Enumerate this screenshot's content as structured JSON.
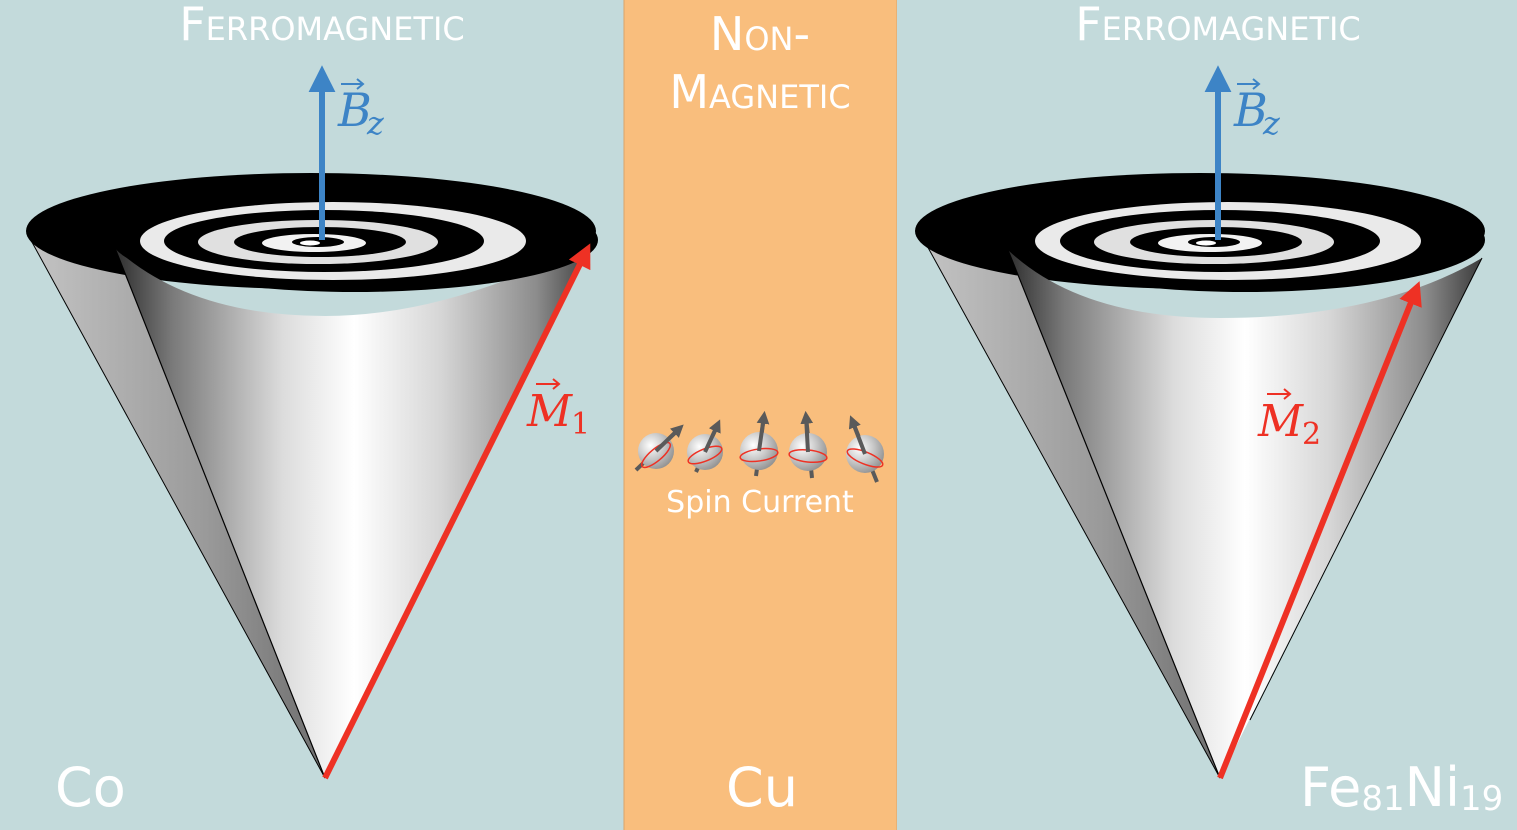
{
  "panels": {
    "left": {
      "heading": "Ferromagnetic",
      "field_label": "B",
      "field_subscript": "z",
      "magnetization_label": "M",
      "magnetization_subscript": "1",
      "material": "Co"
    },
    "middle": {
      "heading_line1": "Non-",
      "heading_line2": "Magnetic",
      "spin_label": "Spin Current",
      "material": "Cu"
    },
    "right": {
      "heading": "Ferromagnetic",
      "field_label": "B",
      "field_subscript": "z",
      "magnetization_label": "M",
      "magnetization_subscript": "2",
      "material_main": "Fe",
      "material_sub1": "81",
      "material_main2": "Ni",
      "material_sub2": "19"
    }
  },
  "colors": {
    "ferro_bg": "#c3dadb",
    "nonmag_bg": "#f9be7d",
    "field_arrow": "#3d84c6",
    "magnetization_arrow": "#ee3124",
    "spin_arrow": "#5a5a5a"
  },
  "icons": {
    "field": "up-arrow-icon",
    "magnetization": "diagonal-arrow-icon",
    "spin": "spinning-electron-icon"
  }
}
